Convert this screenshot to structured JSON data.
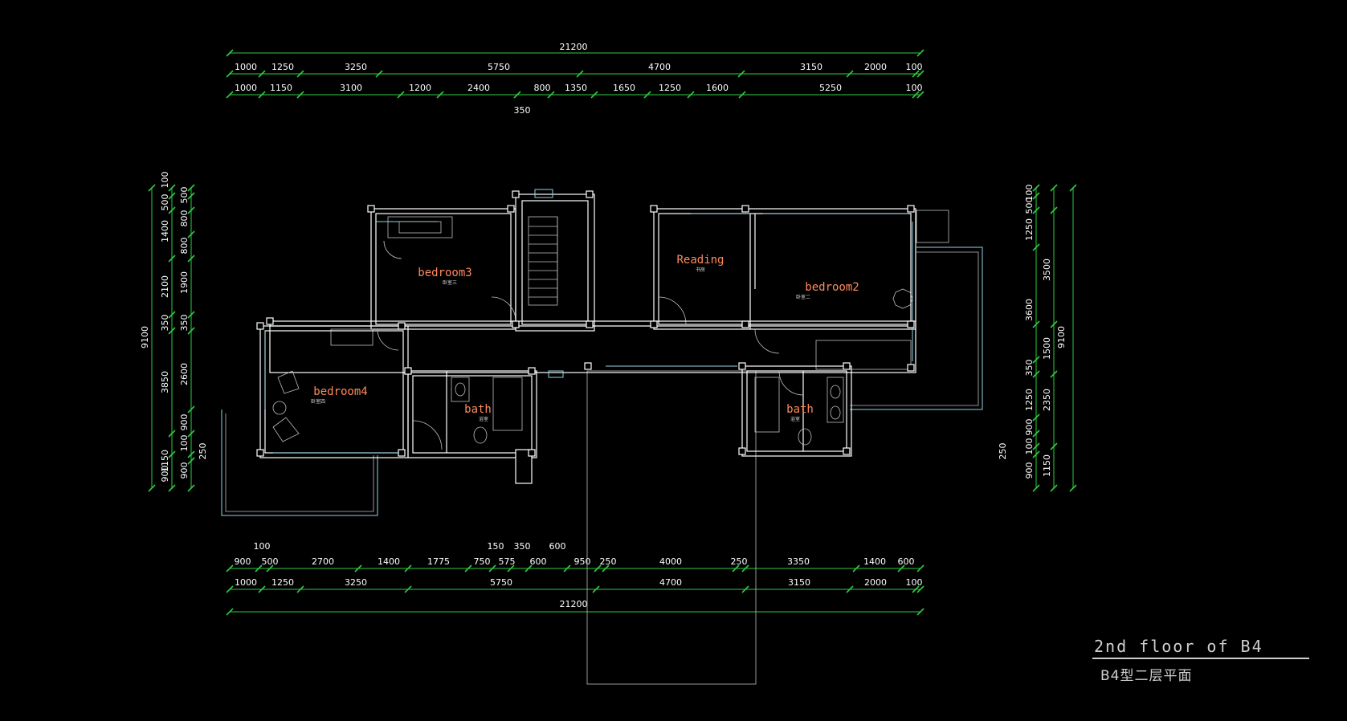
{
  "drawing": {
    "title": "2nd floor of B4",
    "subtitle": "B4型二层平面",
    "colors": {
      "background": "#000000",
      "walls": "#ffffff",
      "windows": "#8fd3e0",
      "dimensions": "#2ecc40",
      "room_labels": "#ff8a5c"
    },
    "rooms": [
      {
        "name": "bedroom3",
        "sub": "卧室三"
      },
      {
        "name": "Reading",
        "sub": "书房"
      },
      {
        "name": "bedroom2",
        "sub": "卧室二"
      },
      {
        "name": "bedroom4",
        "sub": "卧室四"
      },
      {
        "name": "bath",
        "sub": "浴室"
      },
      {
        "name": "bath",
        "sub": "浴室"
      }
    ],
    "dimensions": {
      "top_total": "21200",
      "top_row1": [
        "1000",
        "1250",
        "3250",
        "5750",
        "4700",
        "3150",
        "2000",
        "100"
      ],
      "top_row2": [
        "1000",
        "1150",
        "3100",
        "1200",
        "2400",
        "800",
        "1350",
        "1650",
        "1250",
        "1600",
        "5250",
        "100"
      ],
      "top_extra": "350",
      "bottom_top_small": [
        "100",
        "150",
        "350",
        "600"
      ],
      "bottom_row1": [
        "900",
        "500",
        "2700",
        "1400",
        "1775",
        "750",
        "575",
        "600",
        "950",
        "250",
        "4000",
        "250",
        "3350",
        "1400",
        "600"
      ],
      "bottom_row2": [
        "1000",
        "1250",
        "3250",
        "5750",
        "4700",
        "3150",
        "2000",
        "100"
      ],
      "bottom_total": "21200",
      "left_outer": [
        "100",
        "500",
        "1400",
        "2100",
        "350",
        "3850",
        "1150",
        "900"
      ],
      "left_inner": [
        "500",
        "800",
        "800",
        "1900",
        "350",
        "2600",
        "900",
        "100",
        "900"
      ],
      "left_total": "9100",
      "left_extra": "250",
      "right_inner": [
        "100",
        "500",
        "1250",
        "3500",
        "3600",
        "350",
        "1500",
        "1250",
        "900",
        "100",
        "900",
        "1150",
        "2350"
      ],
      "right_total": "9100",
      "right_extra": "250"
    }
  }
}
